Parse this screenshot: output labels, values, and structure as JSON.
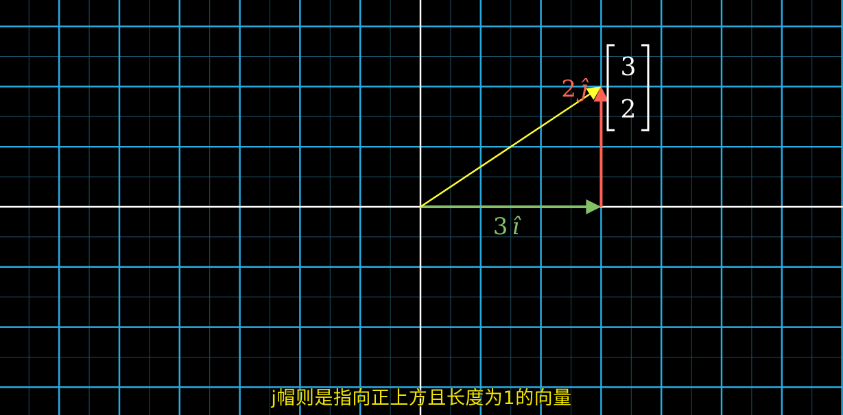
{
  "scene": {
    "grid_range_x": [
      -7,
      7
    ],
    "grid_range_y": [
      -3.5,
      3.5
    ],
    "grid_unit_steps": 1,
    "grid_subdivisions": 2,
    "colors": {
      "background": "#000000",
      "major_grid": "#29abe2",
      "minor_grid": "#1d4f63",
      "axis": "#ffffff",
      "vector": "#ffff33",
      "i_hat_component": "#83c167",
      "j_hat_component": "#fc6255",
      "subtitle": "#f3e600"
    }
  },
  "vectors": {
    "target": {
      "from": [
        0,
        0
      ],
      "to": [
        3,
        2
      ]
    },
    "i_component": {
      "from": [
        0,
        0
      ],
      "to": [
        3,
        0
      ],
      "label_coef": "3",
      "label_symbol": "î"
    },
    "j_component": {
      "from": [
        3,
        0
      ],
      "to": [
        3,
        2
      ],
      "label_coef": "2",
      "label_symbol": "ĵ"
    }
  },
  "column_vector": {
    "top": "3",
    "bottom": "2"
  },
  "subtitle": "j帽则是指向正上方且长度为1的向量"
}
